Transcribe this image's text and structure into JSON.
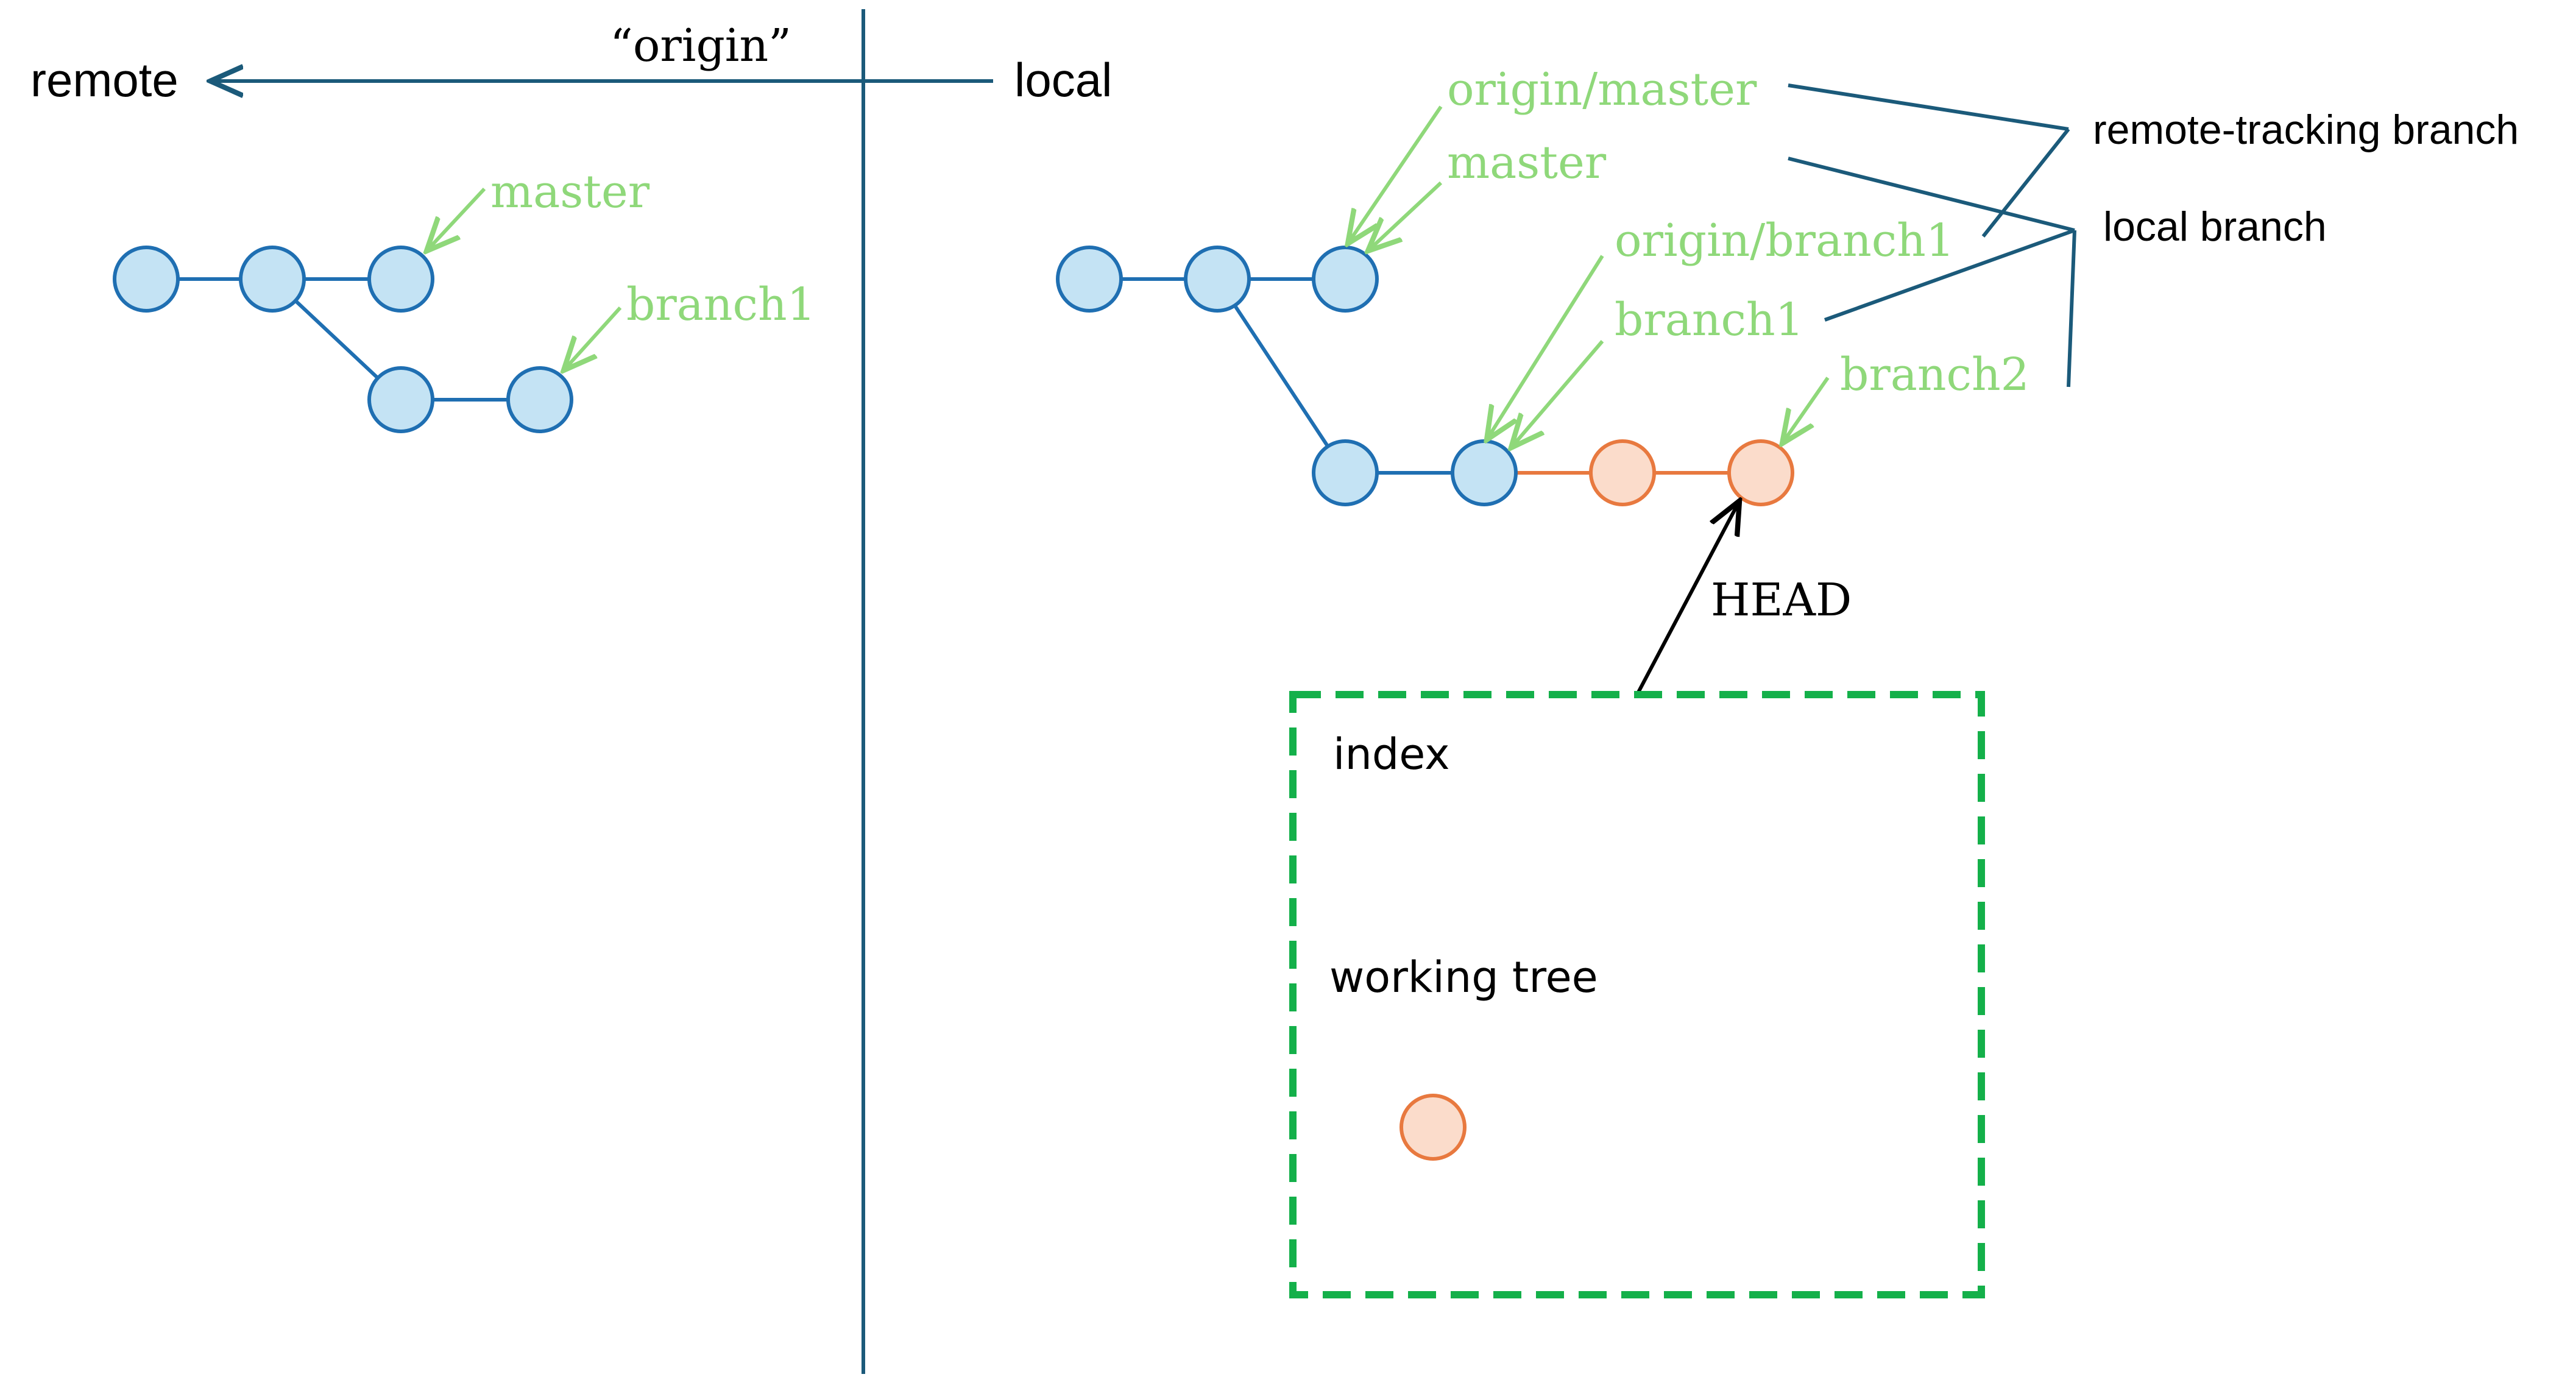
{
  "remote_label": "remote",
  "local_label": "local",
  "origin_label": "“origin”",
  "remote_branches": {
    "master": "master",
    "branch1": "branch1"
  },
  "local_refs": {
    "origin_master": "origin/master",
    "master": "master",
    "origin_branch1": "origin/branch1",
    "branch1": "branch1",
    "branch2": "branch2"
  },
  "categories": {
    "remote_tracking": "remote-tracking branch",
    "local_branch": "local branch"
  },
  "head_label": "HEAD",
  "workspace": {
    "index": "index",
    "working_tree": "working tree"
  },
  "colors": {
    "pushed_commit": "#c4e3f4",
    "local_commit": "#fbdccb",
    "ref_label": "#8fd87a",
    "workspace_border": "#14b04a",
    "divider": "#1b5a7a"
  }
}
